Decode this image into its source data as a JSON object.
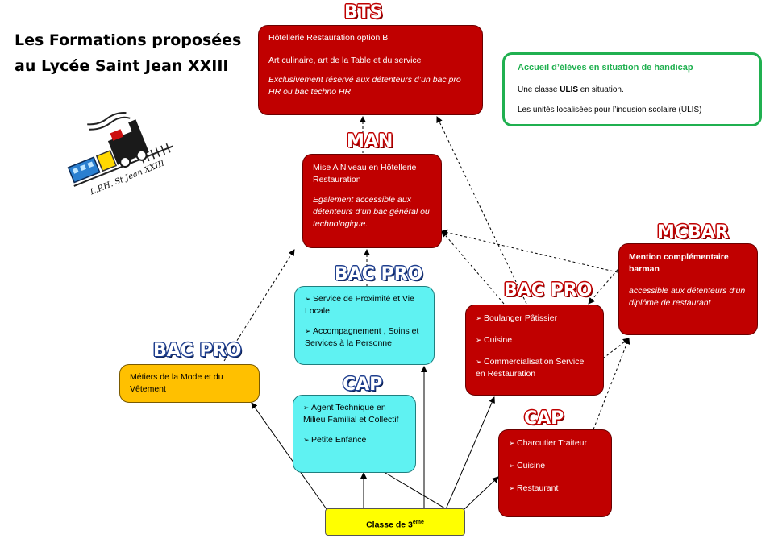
{
  "title_line1": "Les Formations proposées",
  "title_line2": "au Lycée Saint Jean XXIII",
  "logo_text": "L.P.H. St Jean XXIII",
  "headers": {
    "bts": "BTS",
    "man": "MAN",
    "bacpro_center": "BAC PRO",
    "bacpro_left": "BAC PRO",
    "bacpro_right": "BAC PRO",
    "cap_center": "CAP",
    "cap_right": "CAP",
    "mcbar": "MCBAR"
  },
  "bts": {
    "line1": "Hôtellerie Restauration option B",
    "line2": "Art culinaire, art de la Table et du service",
    "note": "Exclusivement réservé aux détenteurs d’un bac pro HR ou bac techno HR"
  },
  "man": {
    "title": "Mise A Niveau en Hôtellerie Restauration",
    "note": "Egalement accessible aux détenteurs d’un bac général ou technologique."
  },
  "bacpro_center": {
    "item1": "Service de Proximité et Vie Locale",
    "item2": "Accompagnement , Soins et Services à la Personne"
  },
  "bacpro_left": {
    "item1": "Métiers de la Mode et du Vêtement"
  },
  "bacpro_right": {
    "item1": "Boulanger Pâtissier",
    "item2": "Cuisine",
    "item3": "Commercialisation Service en Restauration"
  },
  "cap_center": {
    "item1": "Agent Technique en Milieu Familial et Collectif",
    "item2": "Petite Enfance"
  },
  "cap_right": {
    "item1": "Charcutier Traiteur",
    "item2": "Cuisine",
    "item3": "Restaurant"
  },
  "mcbar": {
    "title": "Mention complémentaire barman",
    "note": "accessible aux détenteurs d’un diplôme de restaurant"
  },
  "accueil": {
    "title": "Accueil  d’élèves en situation de handicap",
    "line1_pre": "Une  classe ",
    "line1_bold": "ULIS",
    "line1_post": " en situation.",
    "line2": "Les unités localisées pour l’indusion scolaire (ULIS)"
  },
  "classe": {
    "label": "Classe de 3",
    "sup": "eme"
  },
  "colors": {
    "red": "#c00000",
    "cyan": "#5ff2f2",
    "orange": "#ffc000",
    "yellow": "#ffff00",
    "green": "#20b050"
  }
}
